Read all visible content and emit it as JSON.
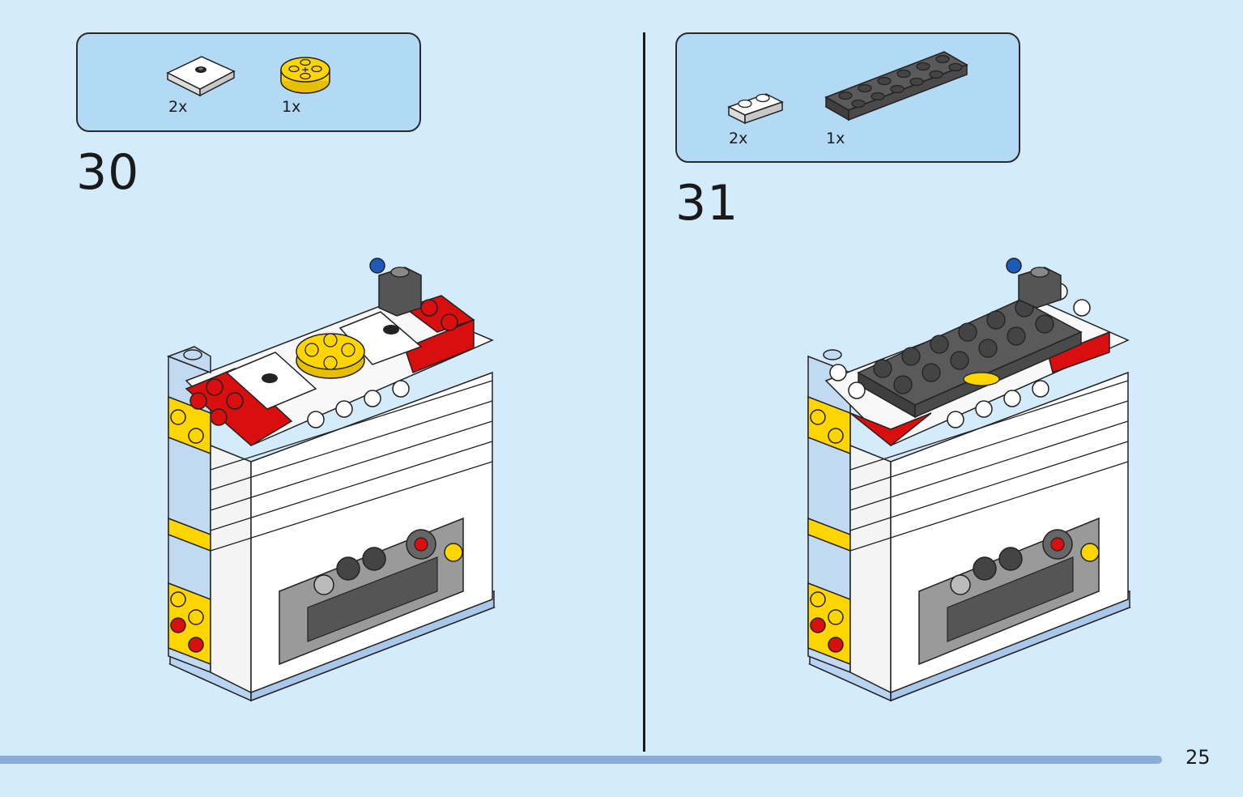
{
  "page": {
    "number": "25"
  },
  "steps": [
    {
      "number": "30",
      "parts": [
        {
          "qty": "2x",
          "name": "white-round-plate-tile-icon"
        },
        {
          "qty": "1x",
          "name": "yellow-round-plate-icon"
        }
      ]
    },
    {
      "number": "31",
      "parts": [
        {
          "qty": "2x",
          "name": "white-plate-1x2-icon"
        },
        {
          "qty": "1x",
          "name": "dark-gray-plate-2x6-icon"
        }
      ]
    }
  ],
  "colors": {
    "background": "#d3ebfb",
    "parts_box": "#b3daf5",
    "bar": "#89acd9",
    "red": "#d90f0f",
    "yellow": "#ffd500",
    "dark_gray": "#5a5a5a",
    "light_blue": "#b8d4f0"
  }
}
